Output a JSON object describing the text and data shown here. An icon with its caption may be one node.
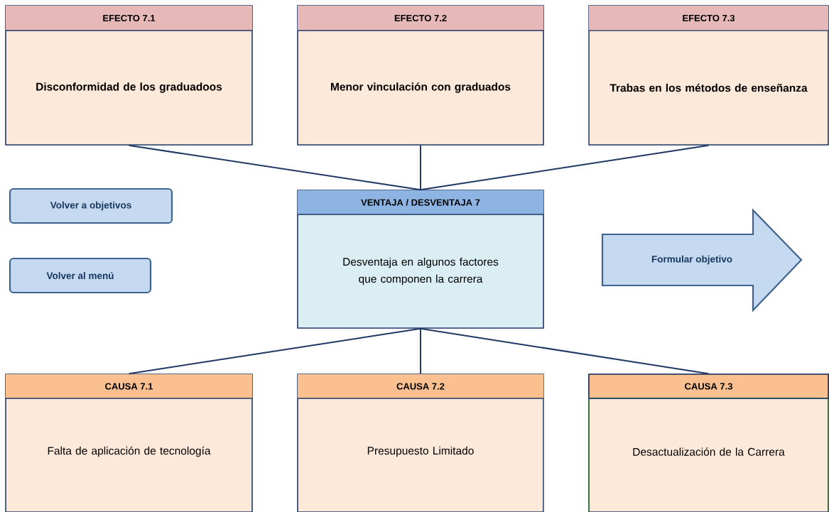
{
  "diagram": {
    "nodes": [
      {
        "text": [
          "EFECTO 7.1",
          "Disconformidad de los graduadoos"
        ]
      },
      {
        "text": [
          "EFECTO 7.2",
          "Menor vinculación con graduados"
        ]
      },
      {
        "text": [
          "EFECTO 7.3",
          "Trabas en los métodos de enseñanza"
        ]
      },
      {
        "text": [
          "VENTAJA / DESVENTAJA 7",
          "Desventaja en algunos factores que componen la carrera"
        ]
      },
      {
        "text": [
          "CAUSA 7.1",
          "Falta de aplicación de tecnología"
        ]
      },
      {
        "text": [
          "CAUSA 7.2",
          "Presupuesto Limitado"
        ]
      },
      {
        "text": [
          "CAUSA 7.3",
          "Desactualización de la Carrera"
        ]
      },
      {
        "text": [
          "Volver a objetivos"
        ]
      },
      {
        "text": [
          "Volver al menú"
        ]
      },
      {
        "text": [
          "Formular objetivo"
        ]
      }
    ],
    "edges": [
      {
        "from": 0,
        "to": 3,
        "arrow": "none"
      },
      {
        "from": 1,
        "to": 3,
        "arrow": "none"
      },
      {
        "from": 2,
        "to": 3,
        "arrow": "none"
      },
      {
        "from": 3,
        "to": 4,
        "arrow": "none"
      },
      {
        "from": 3,
        "to": 5,
        "arrow": "none"
      },
      {
        "from": 3,
        "to": 6,
        "arrow": "none"
      }
    ]
  }
}
